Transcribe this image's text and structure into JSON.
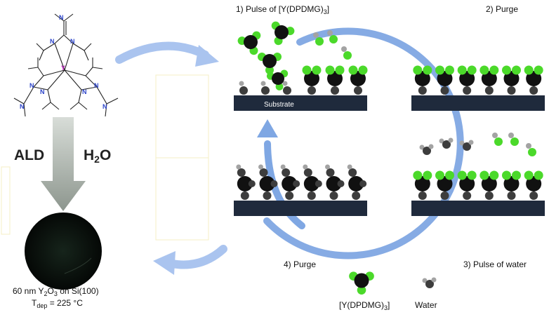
{
  "steps": {
    "step1_prefix": "1) Pulse of [Y(DPDMG)",
    "step1_sub": "3",
    "step1_suffix": "]",
    "step2": "2) Purge",
    "step3": "3) Pulse of water",
    "step4": "4) Purge"
  },
  "substrate_label": "Substrate",
  "left": {
    "ald": "ALD",
    "h2o_h": "H",
    "h2o_sub": "2",
    "h2o_o": "O",
    "caption_line1_prefix": "60 nm Y",
    "caption_sub1": "2",
    "caption_mid": "O",
    "caption_sub2": "3",
    "caption_suffix": " on Si(100)",
    "caption_line2_t": "T",
    "caption_line2_sub": "dep",
    "caption_line2_rest": " = 225 °C"
  },
  "molecule": {
    "center_atom": "Y",
    "n_atom": "N"
  },
  "legend": {
    "precursor_prefix": "[Y(DPDMG)",
    "precursor_sub": "3",
    "precursor_suffix": "]",
    "water": "Water"
  },
  "colors": {
    "substrate": "#1f2a3c",
    "cycle_arrow": "#7fa7e3",
    "side_arrow": "#aac4ef",
    "ligand": "#4bd92a",
    "metal": "#111111",
    "oxygen": "#3d3d3d",
    "hydrogen": "#a3a3a3",
    "wafer": "#0c1610",
    "down_arrow": "#9aa49b",
    "n_atom": "#2b43c9",
    "y_atom": "#c21ec2"
  }
}
